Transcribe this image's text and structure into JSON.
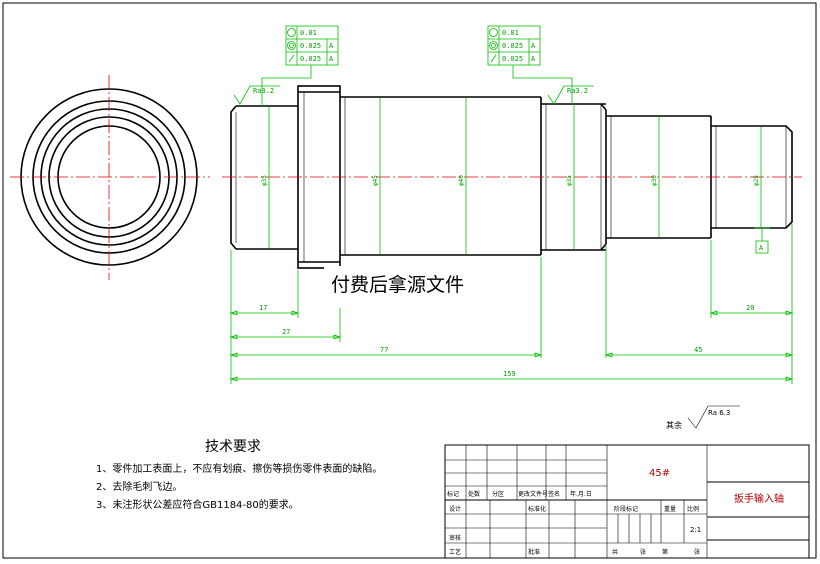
{
  "watermark": "付费后拿源文件",
  "tech_requirements": {
    "title": "技术要求",
    "items": [
      "1、零件加工表面上，不应有划痕、擦伤等损伤零件表面的缺陷。",
      "2、去除毛刺飞边。",
      "3、未注形状公差应符合GB1184-80的要求。"
    ]
  },
  "roughness": {
    "left": "Ra3.2",
    "right": "Ra3.2",
    "rest_prefix": "其余",
    "rest_value": "Ra 6.3"
  },
  "tolerance_left": {
    "rows": [
      [
        "0.01",
        ""
      ],
      [
        "0.025",
        "A"
      ],
      [
        "0.025",
        "A"
      ]
    ]
  },
  "tolerance_right": {
    "rows": [
      [
        "0.01",
        ""
      ],
      [
        "0.025",
        "A"
      ],
      [
        "0.025",
        "A"
      ]
    ]
  },
  "datum": "A",
  "diameters": [
    "φ35",
    "φ45",
    "φ40",
    "φ35",
    "φ30",
    "φ25"
  ],
  "dimensions": {
    "d17": "17",
    "d27": "27",
    "d20": "20",
    "d77": "77",
    "d45": "45",
    "d159": "159"
  },
  "title_block": {
    "material": "45#",
    "part_name": "扳手输入轴",
    "scale": "2:1",
    "labels": {
      "mark": "标记",
      "count": "处数",
      "zone": "分区",
      "change_doc": "更改文件号",
      "sign": "签名",
      "date": "年.月.日",
      "design": "设计",
      "standard": "标准化",
      "stage_mark": "阶段标记",
      "weight": "重量",
      "scale_label": "比例",
      "review": "审核",
      "process": "工艺",
      "approve": "批准",
      "total": "共",
      "sheets": "张",
      "page": "第",
      "sheet": "张"
    }
  }
}
